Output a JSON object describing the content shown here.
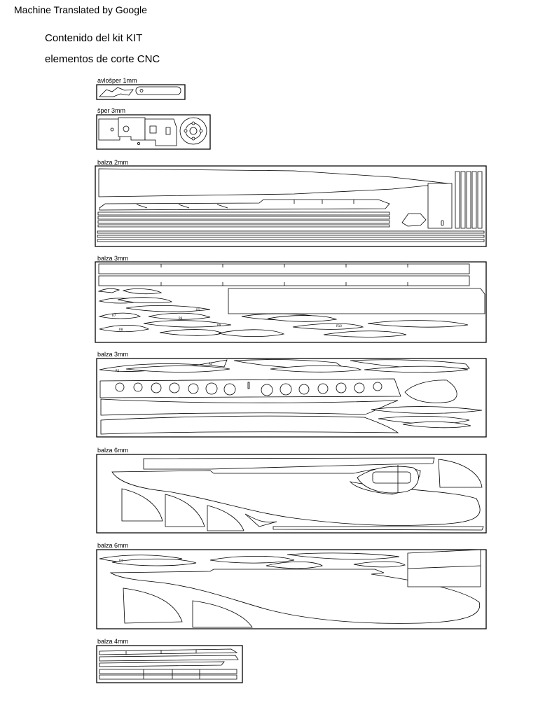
{
  "header": {
    "banner": "Machine Translated by Google"
  },
  "document": {
    "title": "Contenido del kit KIT",
    "subtitle": "elementos de corte CNC"
  },
  "sheets": [
    {
      "label": "avlošper 1mm"
    },
    {
      "label": "šper 3mm"
    },
    {
      "label": "balza 2mm"
    },
    {
      "label": "balza 3mm"
    },
    {
      "label": "balza 3mm"
    },
    {
      "label": "balza 6mm"
    },
    {
      "label": "balza 6mm"
    },
    {
      "label": "balza 4mm"
    }
  ],
  "part_tags": [
    "R2",
    "R3",
    "R4",
    "R5",
    "R6",
    "R7",
    "R8",
    "R9",
    "R10"
  ]
}
